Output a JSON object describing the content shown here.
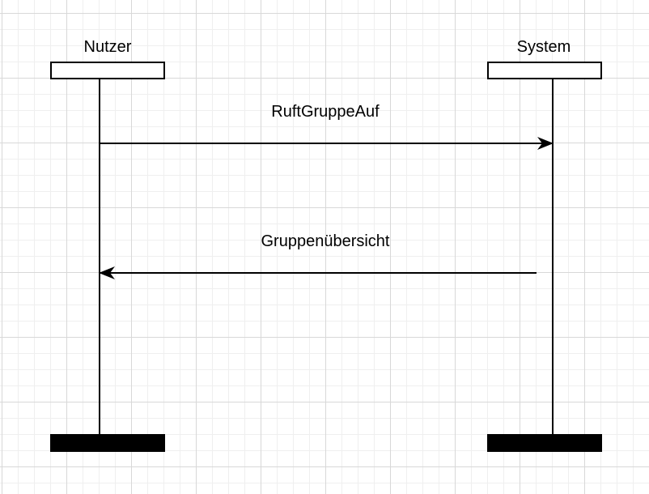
{
  "actors": [
    {
      "name": "Nutzer"
    },
    {
      "name": "System"
    }
  ],
  "messages": [
    {
      "from": "Nutzer",
      "to": "System",
      "label": "RuftGruppeAuf"
    },
    {
      "from": "System",
      "to": "Nutzer",
      "label": "Gruppenübersicht"
    }
  ],
  "colors": {
    "line": "#000000",
    "grid_major": "#d8d8d8",
    "grid_minor": "#efefef",
    "background": "#ffffff"
  }
}
